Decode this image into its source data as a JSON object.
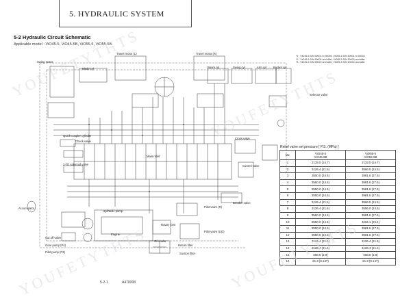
{
  "header": {
    "title": "5. HYDRAULIC SYSTEM"
  },
  "section": {
    "title": "5-2  Hydraulic Circuit Schematic",
    "applicable": "Applicable model : ViO45-5, ViO45-5B, ViO55-5, ViO55-5B"
  },
  "notes": [
    "*1 : ViO45-5 S/N 50001 to 50003, ViO55-5 S/N 50001 to 50002",
    "*2 : ViO45-5 S/N 50004 and after, ViO55-5 S/N 50003 and after",
    "*3 : ViO45-5 S/N 50020 and after, ViO55-5 S/N 50034 and after"
  ],
  "schematic_labels": {
    "blade_motor": "Swing motor",
    "blade_cyl": "Blade cyl",
    "travel_l": "Travel motor (L)",
    "travel_r": "Travel motor (R)",
    "boom_cyl": "Boom cyl",
    "swing_cyl": "Swing cyl",
    "arm_cyl": "Arm cyl",
    "bucket_cyl": "Bucket cyl",
    "selector_valve": "Selector valve",
    "quick_coupler": "Quick-coupler cylinder",
    "check_valve": "Check valve",
    "solenoid_valve": "2-TD solenoid valve",
    "cross_valve": "Cross valve",
    "control_valve": "Control valve",
    "accumulator": "Accumulator",
    "hydraulic_pump": "Hydraulic pump",
    "engine": "Engine",
    "cut_off_valve": "Cut off valve",
    "gear_pump": "Gear pump (P4)",
    "pilot_pump": "Pilot pump (P3)",
    "pilot_valve_r": "Pilot valve (R)",
    "pilot_valve_l": "Pilot valve (L/D)",
    "rotary_joint": "Rotary joint",
    "oil_cooler": "Oil cooler",
    "return_filter": "Return filter",
    "suction_filter": "Suction filter",
    "breaker_valve": "Breaker valve",
    "main_relief": "Main relief"
  },
  "table": {
    "title": "Relief valve set pressure [ P.S. (MPa) ]",
    "headers": [
      "No.",
      "ViO45-5\nViO45-5B",
      "ViO55-5\nViO55-5B"
    ],
    "rows": [
      [
        "1",
        "2133.0 (14.7)",
        "2133.0 (14.7)"
      ],
      [
        "2",
        "3126.4 (21.6)",
        "3556.0 (24.5)"
      ],
      [
        "3",
        "3550.0 (24.5)",
        "3981.6 (27.5)"
      ],
      [
        "4",
        "3550.0 (24.5)",
        "3981.6 (27.5)"
      ],
      [
        "5",
        "3550.0 (24.5)",
        "3981.6 (27.5)"
      ],
      [
        "6",
        "3550.0 (24.5)",
        "3981.6 (27.5)"
      ],
      [
        "7",
        "3126.4 (21.6)",
        "3556.0 (24.5)"
      ],
      [
        "8",
        "3126.4 (21.6)",
        "3556.0 (24.5)"
      ],
      [
        "9",
        "3550.0 (24.5)",
        "3981.6 (27.5)"
      ],
      [
        "10",
        "3550.0 (24.5)",
        "4264.1 (29.4)"
      ],
      [
        "11",
        "3550.0 (24.5)",
        "3981.6 (27.5)"
      ],
      [
        "12",
        "3550.0 (24.5)",
        "3981.6 (27.5)"
      ],
      [
        "13",
        "3126.4 (21.6)",
        "3126.4 (21.6)"
      ],
      [
        "14",
        "3126.4 (21.6)",
        "3126.4 (21.6)"
      ],
      [
        "15",
        "568.6 (3.9)",
        "568.6 (3.9)"
      ],
      [
        "16",
        "21.3 (0.147)",
        "21.3 (0.147)"
      ]
    ]
  },
  "footer": {
    "page": "5-2-1",
    "code": "A470008"
  },
  "watermark": "YOUFETYTHTS"
}
